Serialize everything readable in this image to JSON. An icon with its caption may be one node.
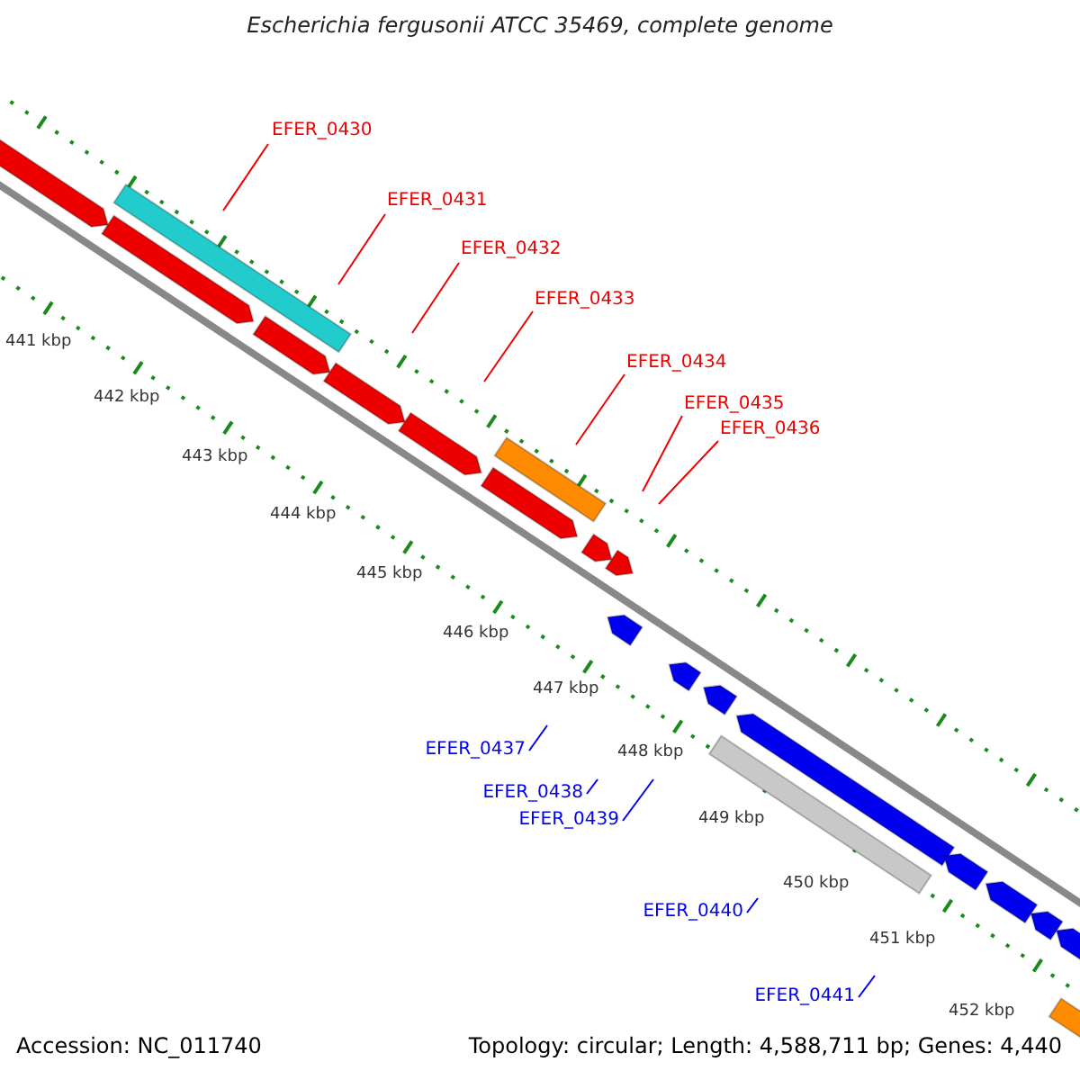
{
  "diagram": {
    "title": "Escherichia fergusonii ATCC 35469, complete genome",
    "nodes": [
      {
        "text": [
          "EFER_0430"
        ]
      },
      {
        "text": [
          "EFER_0431"
        ]
      },
      {
        "text": [
          "EFER_0432"
        ]
      },
      {
        "text": [
          "EFER_0433"
        ]
      },
      {
        "text": [
          "EFER_0434"
        ]
      },
      {
        "text": [
          "EFER_0435"
        ]
      },
      {
        "text": [
          "EFER_0436"
        ]
      },
      {
        "text": [
          "EFER_0437"
        ]
      },
      {
        "text": [
          "EFER_0438"
        ]
      },
      {
        "text": [
          "EFER_0439"
        ]
      },
      {
        "text": [
          "EFER_0440"
        ]
      },
      {
        "text": [
          "EFER_0441"
        ]
      }
    ],
    "edges": [
      {
        "from": 0,
        "to": null,
        "arrow": "none"
      },
      {
        "from": 1,
        "to": null,
        "arrow": "none"
      },
      {
        "from": 2,
        "to": null,
        "arrow": "none"
      },
      {
        "from": 3,
        "to": null,
        "arrow": "none"
      },
      {
        "from": 4,
        "to": null,
        "arrow": "none"
      },
      {
        "from": 5,
        "to": null,
        "arrow": "none"
      },
      {
        "from": 6,
        "to": null,
        "arrow": "none"
      },
      {
        "from": 7,
        "to": null,
        "arrow": "none",
        "color": "#0000ee"
      },
      {
        "from": 8,
        "to": null,
        "arrow": "none",
        "color": "#0000ee"
      },
      {
        "from": 9,
        "to": null,
        "arrow": "none",
        "color": "#0000ee"
      },
      {
        "from": 10,
        "to": null,
        "arrow": "none",
        "color": "#0000ee"
      },
      {
        "from": 11,
        "to": null,
        "arrow": "none",
        "color": "#0000ee"
      }
    ],
    "labels": [
      "441 kbp",
      "442 kbp",
      "443 kbp",
      "444 kbp",
      "445 kbp",
      "446 kbp",
      "447 kbp",
      "448 kbp",
      "449 kbp",
      "450 kbp",
      "451 kbp",
      "452 kbp",
      "Accession: NC_011740",
      "Topology: circular; Length: 4,588,711 bp; Genes: 4,440"
    ]
  }
}
